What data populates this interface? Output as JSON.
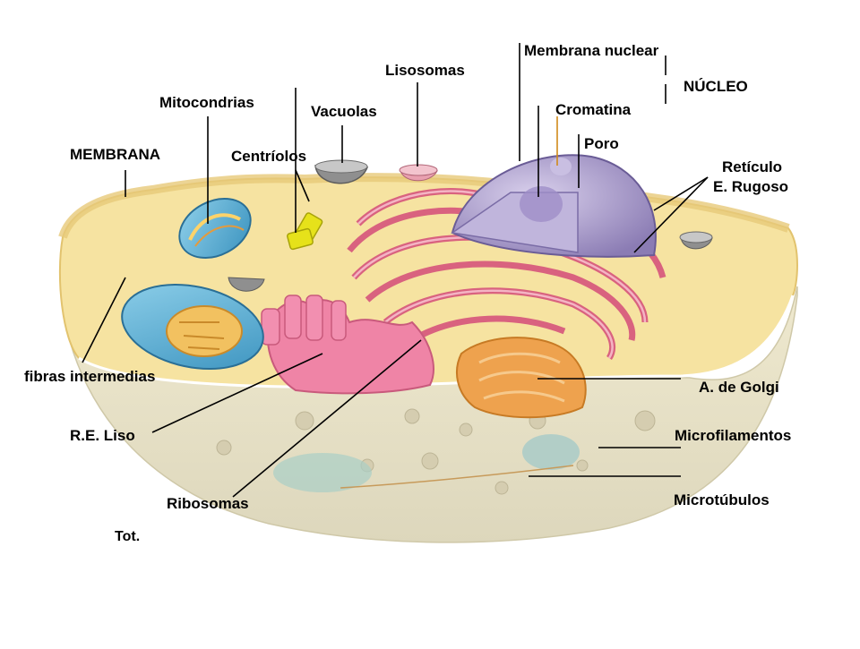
{
  "labels": {
    "membrana": "MEMBRANA",
    "mitocondrias": "Mitocondrias",
    "centriolos": "Centríolos",
    "vacuolas": "Vacuolas",
    "lisosomas": "Lisosomas",
    "membrana_nuclear": "Membrana nuclear",
    "nucleo": "NÚCLEO",
    "cromatina": "Cromatina",
    "poro": "Poro",
    "reticulo_1": "Retículo",
    "reticulo_2": "E. Rugoso",
    "fibras": "fibras intermedias",
    "re_liso": "R.E. Liso",
    "golgi": "A. de Golgi",
    "microfilamentos": "Microfilamentos",
    "ribosomas": "Ribosomas",
    "microtubulos": "Microtúbulos",
    "fragment": "Tot."
  },
  "colors": {
    "cytoplasm": "#f6e3a1",
    "membrane": "#eed48a",
    "lower_body": "#e9e3c8",
    "nucleus": "#a99bc9",
    "rough_er": "#e98aa6",
    "smooth_er": "#ef84a6",
    "mitochondria": "#5fb6d6",
    "golgi": "#eea24e",
    "centriole": "#e6e21a",
    "vacuole": "#9c9c9c",
    "lysosome": "#e9a0b0"
  }
}
